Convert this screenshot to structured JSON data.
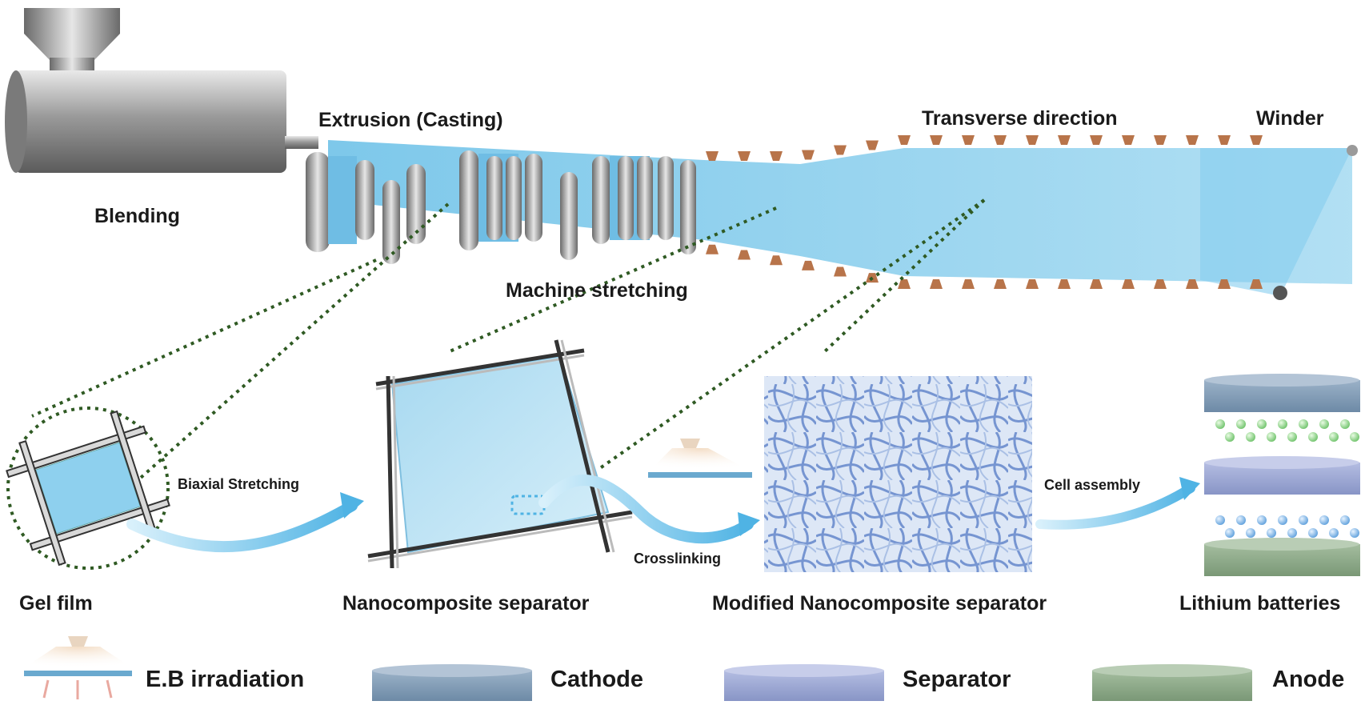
{
  "labels": {
    "blending": "Blending",
    "extrusion": "Extrusion (Casting)",
    "machine_stretching": "Machine stretching",
    "transverse_direction": "Transverse direction",
    "winder": "Winder",
    "gel_film": "Gel film",
    "biaxial_stretching": "Biaxial Stretching",
    "nanocomposite_separator": "Nanocomposite separator",
    "crosslinking": "Crosslinking",
    "modified_separator": "Modified Nanocomposite separator",
    "cell_assembly": "Cell assembly",
    "lithium_batteries": "Lithium batteries"
  },
  "legend": {
    "eb_irradiation": "E.B irradiation",
    "cathode": "Cathode",
    "separator": "Separator",
    "anode": "Anode"
  },
  "colors": {
    "film": "#8fd0ee",
    "film_light": "#c6e8f7",
    "roller": "#bdbdbd",
    "clip": "#b8744a",
    "dotted_line": "#2f5a23",
    "cathode": "#7f9bb5",
    "separator": "#9aa7d3",
    "anode": "#8aa886",
    "arrow": "#6cc2ea"
  }
}
